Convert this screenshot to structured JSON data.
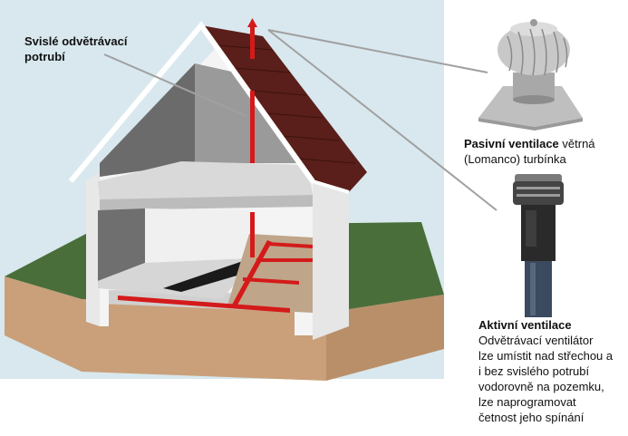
{
  "labels": {
    "vertical_pipe": {
      "line1": "Svislé odvětrávací",
      "line2": "potrubí"
    },
    "passive": {
      "title": "Pasivní ventilace",
      "rest1": " větrná",
      "line2": "(Lomanco) turbínka"
    },
    "active": {
      "title": "Aktivní ventilace",
      "lines": [
        "Odvětrávací ventilátor",
        "lze umístit nad střechou a",
        "i bez svislého potrubí",
        "vodorovně na pozemku,",
        "lze naprogramovat",
        "četnost jeho spínání"
      ]
    }
  },
  "colors": {
    "sky": "#d8e8ee",
    "grass": "#4a6e3a",
    "soil": "#c9a07a",
    "roof": "#5a1f1a",
    "pipe": "#d41a1a",
    "wall": "#f4f4f4",
    "interior": "#7a7a7a"
  },
  "icons": {
    "turbine": "roof-turbine-icon",
    "fan": "inline-fan-icon"
  }
}
